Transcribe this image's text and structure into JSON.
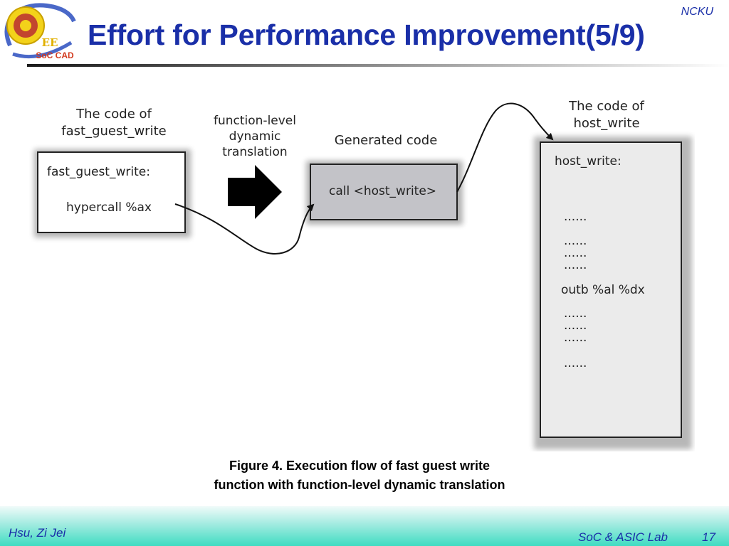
{
  "header": {
    "institution": "NCKU",
    "title": "Effort for Performance Improvement(5/9)",
    "logo": {
      "text_top": "EE",
      "text_bottom": "SoC CAD"
    }
  },
  "figure": {
    "left_label_lines": [
      "The code of",
      "fast_guest_write"
    ],
    "left_box_title": "fast_guest_write:",
    "left_box_instruction": "hypercall %ax",
    "arrow_label_lines": [
      "function-level",
      "dynamic",
      "translation"
    ],
    "middle_label": "Generated code",
    "middle_box_text": "call <host_write>",
    "right_label_lines": [
      "The code of",
      "host_write"
    ],
    "right_box_title": "host_write:",
    "right_box_lines": [
      "......",
      "......",
      "......",
      "......",
      "outb %al %dx",
      "......",
      "......",
      "......",
      "......"
    ]
  },
  "caption": {
    "line1": "Figure 4. Execution flow of fast guest write",
    "line2": "function with function-level dynamic translation"
  },
  "footer": {
    "author": "Hsu, Zi Jei",
    "lab": "SoC & ASIC Lab",
    "page_number": "17"
  }
}
